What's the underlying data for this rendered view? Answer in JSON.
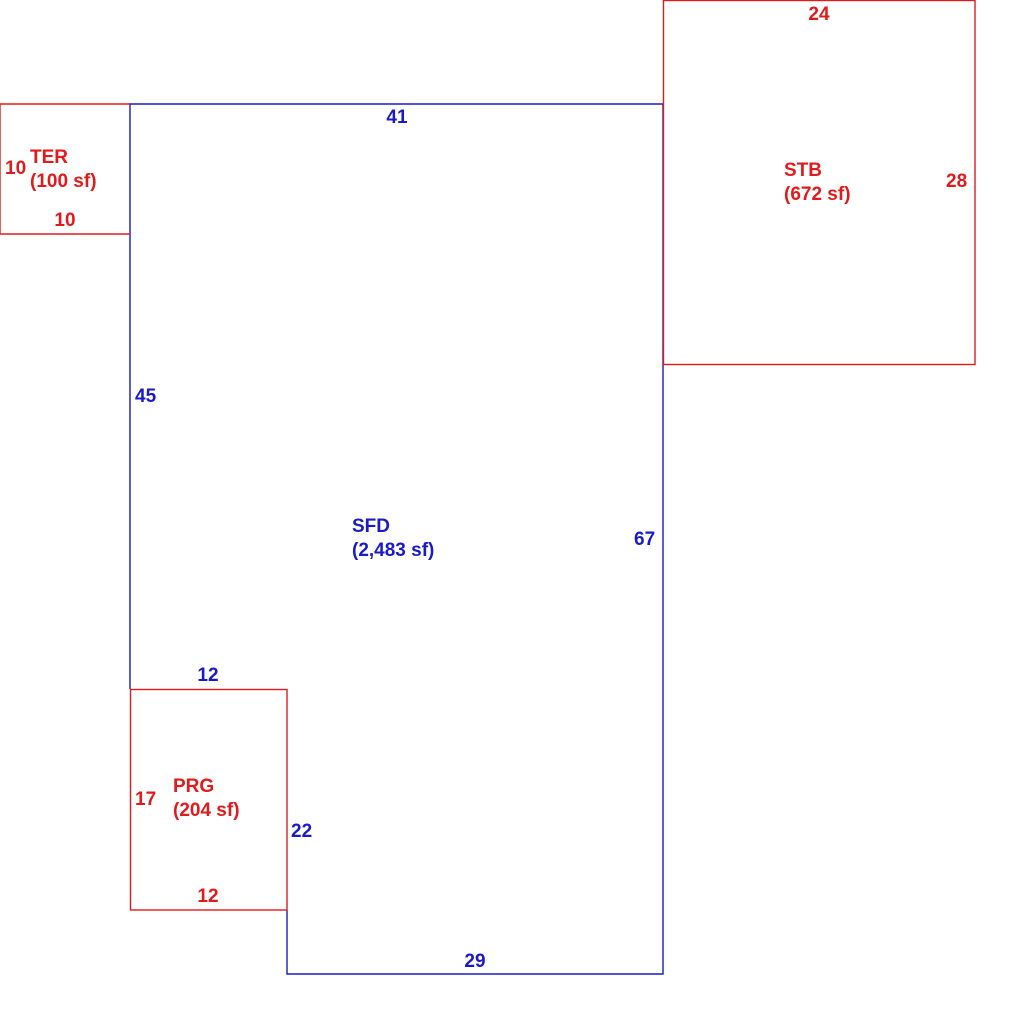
{
  "colors": {
    "main_structure": "#1a1acc",
    "sub_area": "#e31a1c",
    "background": "#ffffff"
  },
  "areas": {
    "sfd": {
      "code": "SFD",
      "area_label": "(2,483 sf)",
      "dims": {
        "top": "41",
        "left": "45",
        "right": "67",
        "bottom": "29",
        "step_top": "12",
        "step_side": "22"
      }
    },
    "ter": {
      "code": "TER",
      "area_label": "(100 sf)",
      "dims": {
        "left": "10",
        "bottom": "10"
      }
    },
    "stb": {
      "code": "STB",
      "area_label": "(672 sf)",
      "dims": {
        "top": "24",
        "right": "28"
      }
    },
    "prg": {
      "code": "PRG",
      "area_label": "(204 sf)",
      "dims": {
        "left": "17",
        "bottom": "12"
      }
    }
  }
}
